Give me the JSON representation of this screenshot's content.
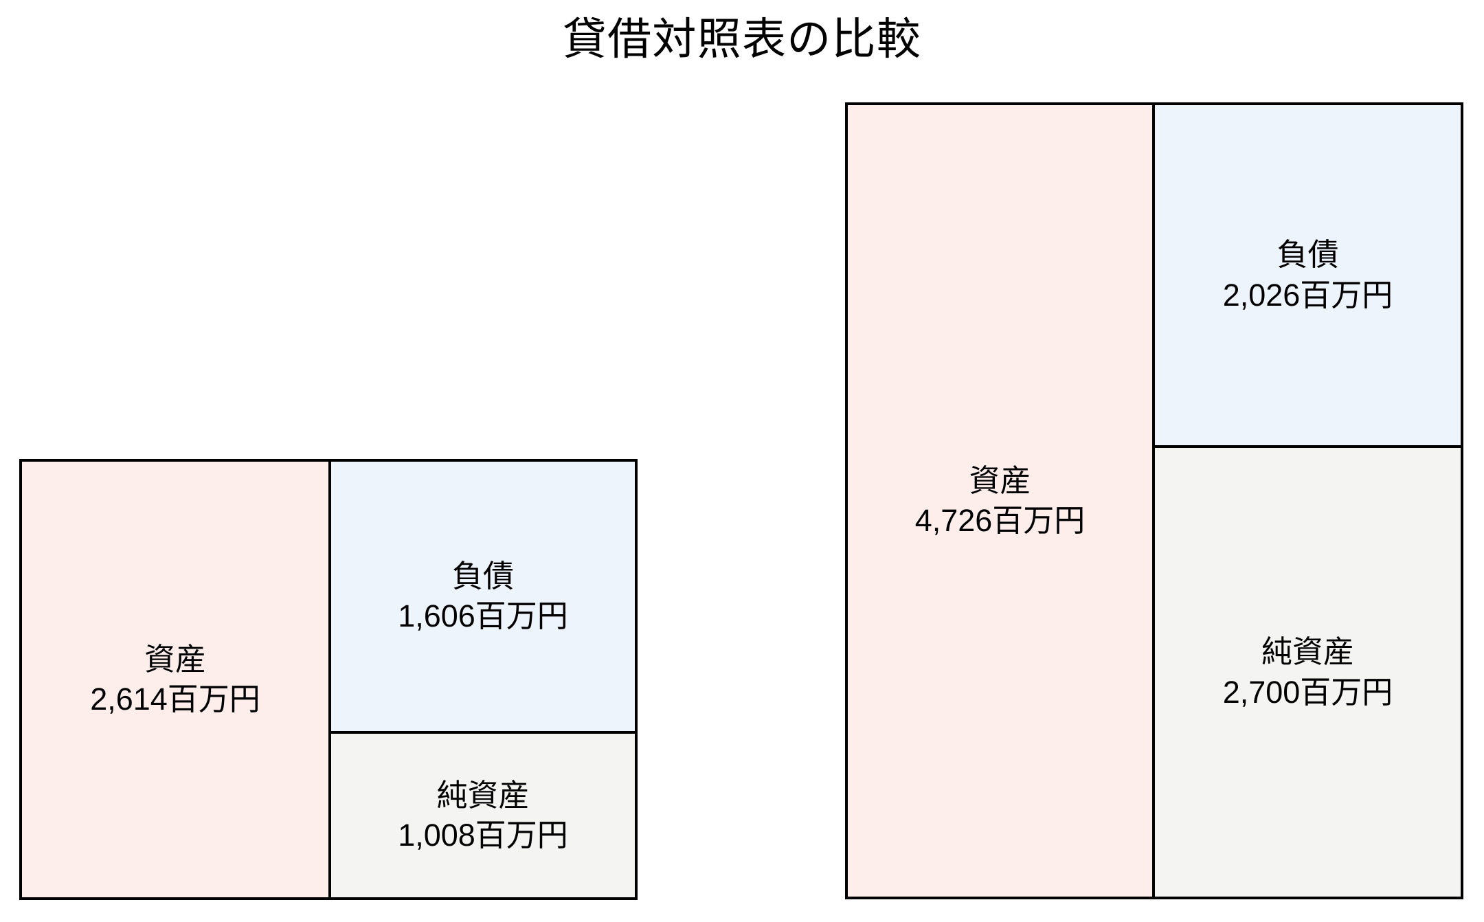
{
  "chart_data": {
    "type": "bar",
    "title": "貸借対照表の比較",
    "subtitle": "",
    "xlabel": "",
    "ylabel": "",
    "unit": "百万円",
    "grid": false,
    "legend": "none",
    "panels": [
      {
        "name": "left-balance-sheet",
        "position": "left",
        "total": 2614,
        "items": [
          {
            "key": "assets",
            "label": "資産",
            "value": 2614,
            "value_text": "2,614百万円",
            "side": "debit",
            "color": "#fdeeec"
          },
          {
            "key": "liabilities",
            "label": "負債",
            "value": 1606,
            "value_text": "1,606百万円",
            "side": "credit",
            "color": "#edf4fc"
          },
          {
            "key": "net_assets",
            "label": "純資産",
            "value": 1008,
            "value_text": "1,008百万円",
            "side": "credit",
            "color": "#f4f4f3"
          }
        ]
      },
      {
        "name": "right-balance-sheet",
        "position": "right",
        "total": 4726,
        "items": [
          {
            "key": "assets",
            "label": "資産",
            "value": 4726,
            "value_text": "4,726百万円",
            "side": "debit",
            "color": "#fdeeec"
          },
          {
            "key": "liabilities",
            "label": "負債",
            "value": 2026,
            "value_text": "2,026百万円",
            "side": "credit",
            "color": "#edf4fc"
          },
          {
            "key": "net_assets",
            "label": "純資産",
            "value": 2700,
            "value_text": "2,700百万円",
            "side": "credit",
            "color": "#f4f4f3"
          }
        ]
      }
    ]
  },
  "title": {
    "text": "貸借対照表の比較"
  },
  "colors": {
    "assets_fill": "#fdeeec",
    "liabilities_fill": "#edf4fc",
    "net_assets_fill": "#f4f4f3",
    "border": "#000000",
    "background": "#ffffff",
    "text": "#000000"
  },
  "left_panel": {
    "assets": {
      "label": "資産",
      "value_text": "2,614百万円"
    },
    "liabilities": {
      "label": "負債",
      "value_text": "1,606百万円"
    },
    "net_assets": {
      "label": "純資産",
      "value_text": "1,008百万円"
    }
  },
  "right_panel": {
    "assets": {
      "label": "資産",
      "value_text": "4,726百万円"
    },
    "liabilities": {
      "label": "負債",
      "value_text": "2,026百万円"
    },
    "net_assets": {
      "label": "純資産",
      "value_text": "2,700百万円"
    }
  }
}
